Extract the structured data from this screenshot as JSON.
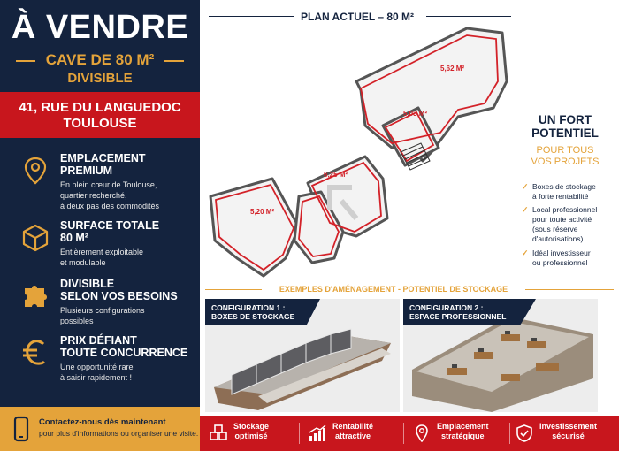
{
  "left": {
    "title": "À VENDRE",
    "subtitle1": "CAVE DE 80 M²",
    "subtitle2": "DIVISIBLE",
    "address_line1": "41, RUE DU LANGUEDOC",
    "address_line2": "TOULOUSE",
    "features": [
      {
        "icon": "location-pin-icon",
        "title1": "EMPLACEMENT",
        "title2": "PREMIUM",
        "desc": [
          "En plein cœur de Toulouse,",
          "quartier recherché,",
          "à deux pas des commodités"
        ]
      },
      {
        "icon": "cube-icon",
        "title1": "SURFACE TOTALE",
        "title2": "80 M²",
        "desc": [
          "Entièrement exploitable",
          "et modulable"
        ]
      },
      {
        "icon": "puzzle-icon",
        "title1": "DIVISIBLE",
        "title2": "SELON VOS BESOINS",
        "desc": [
          "Plusieurs configurations",
          "possibles"
        ]
      },
      {
        "icon": "euro-icon",
        "title1": "PRIX DÉFIANT",
        "title2": "TOUTE CONCURRENCE",
        "desc": [
          "Une opportunité rare",
          "à saisir rapidement !"
        ]
      }
    ],
    "contact_line1": "Contactez-nous dès maintenant",
    "contact_line2": "pour plus d'informations ou organiser une visite."
  },
  "plan": {
    "title": "PLAN ACTUEL – 80 M²",
    "rooms": [
      "5,62 M²",
      "5,03 M²",
      "6,25 M²",
      "5,20 M²"
    ]
  },
  "right": {
    "heading1": "UN FORT",
    "heading2": "POTENTIEL",
    "sub1": "POUR TOUS",
    "sub2": "VOS PROJETS",
    "checks": [
      [
        "Boxes de stockage",
        "à forte rentabilité"
      ],
      [
        "Local professionnel",
        "pour toute activité",
        "(sous réserve",
        "d'autorisations)"
      ],
      [
        "Idéal investisseur",
        "ou professionnel"
      ]
    ],
    "check_mark": "✓"
  },
  "examples": {
    "title": "EXEMPLES D'AMÉNAGEMENT - POTENTIEL DE STOCKAGE",
    "config1_line1": "CONFIGURATION 1 :",
    "config1_line2": "BOXES DE STOCKAGE",
    "config2_line1": "CONFIGURATION 2 :",
    "config2_line2": "ESPACE PROFESSIONNEL"
  },
  "bottom": [
    {
      "icon": "boxes-icon",
      "l1": "Stockage",
      "l2": "optimisé"
    },
    {
      "icon": "growth-chart-icon",
      "l1": "Rentabilité",
      "l2": "attractive"
    },
    {
      "icon": "location-pin-icon",
      "l1": "Emplacement",
      "l2": "stratégique"
    },
    {
      "icon": "shield-check-icon",
      "l1": "Investissement",
      "l2": "sécurisé"
    }
  ],
  "colors": {
    "navy": "#14233e",
    "gold": "#e4a33a",
    "red": "#c8161d"
  }
}
